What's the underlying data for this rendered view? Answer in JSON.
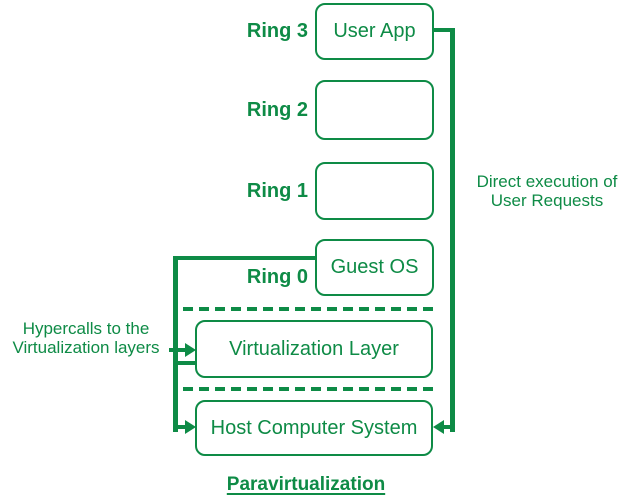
{
  "colors": {
    "green": "#0e8b46",
    "background": "#ffffff"
  },
  "rings": [
    {
      "label": "Ring 3",
      "box_text": "User App"
    },
    {
      "label": "Ring 2",
      "box_text": ""
    },
    {
      "label": "Ring 1",
      "box_text": ""
    },
    {
      "label": "Ring 0",
      "box_text": "Guest OS"
    }
  ],
  "layers": {
    "virtualization": "Virtualization Layer",
    "host": "Host Computer System"
  },
  "annotations": {
    "hypercalls": "Hypercalls to the\nVirtualization layers",
    "direct_execution": "Direct execution of\nUser Requests"
  },
  "caption": "Paravirtualization"
}
